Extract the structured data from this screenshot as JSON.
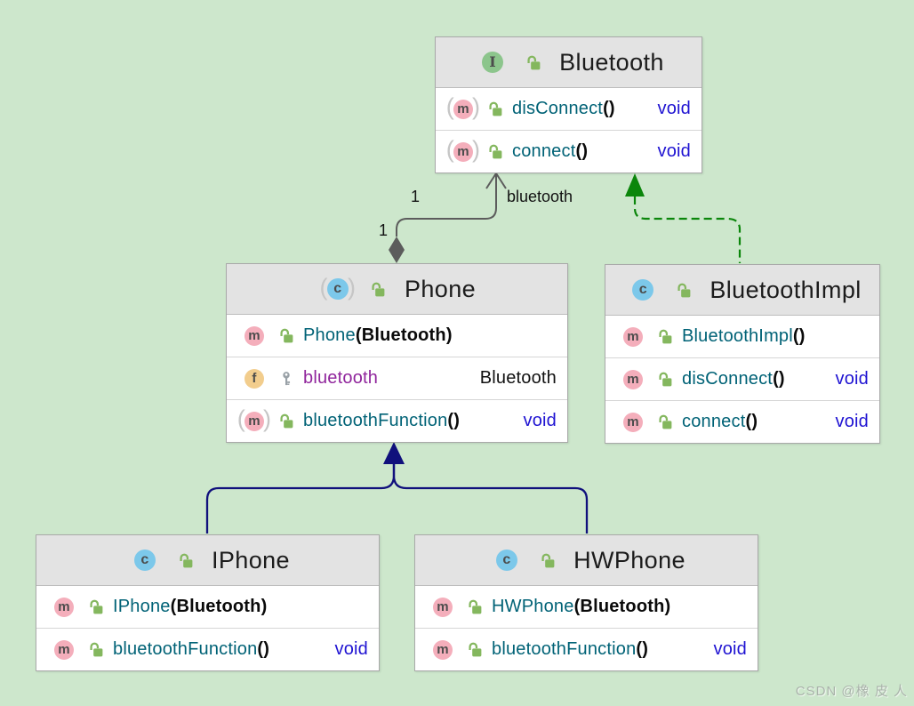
{
  "diagram_type": "uml-class-diagram",
  "watermark": {
    "text": "CSDN @橡 皮 人"
  },
  "colors": {
    "background": "#cde7cc",
    "method_name": "#006276",
    "field_name": "#90259c",
    "void_type": "#1f13d2",
    "aggregation_edge": "#5c5c5c",
    "realization_edge": "#0b860b",
    "inheritance_edge": "#10107c"
  },
  "boxes": [
    {
      "title": "Bluetooth",
      "badge_letter": "I",
      "badge_kind": "interface",
      "abstract": false,
      "header_icon": "unlocked-icon",
      "rows": [
        {
          "badge": "m",
          "badge_kind": "method",
          "abstract": true,
          "lock": "unlocked",
          "name": "disConnect",
          "name_kind": "method",
          "args": "()",
          "type": "void",
          "type_kind": "void"
        },
        {
          "badge": "m",
          "badge_kind": "method",
          "abstract": true,
          "lock": "unlocked",
          "name": "connect",
          "name_kind": "method",
          "args": "()",
          "type": "void",
          "type_kind": "void"
        }
      ]
    },
    {
      "title": "Phone",
      "badge_letter": "c",
      "badge_kind": "class",
      "abstract": true,
      "header_icon": "unlocked-icon",
      "rows": [
        {
          "badge": "m",
          "badge_kind": "method",
          "abstract": false,
          "lock": "unlocked",
          "name": "Phone",
          "name_kind": "method",
          "args": "(Bluetooth)",
          "type": "",
          "type_kind": "plain"
        },
        {
          "badge": "f",
          "badge_kind": "field",
          "abstract": false,
          "lock": "key",
          "name": "bluetooth",
          "name_kind": "field",
          "args": "",
          "type": "Bluetooth",
          "type_kind": "plain"
        },
        {
          "badge": "m",
          "badge_kind": "method",
          "abstract": true,
          "lock": "unlocked",
          "name": "bluetoothFunction",
          "name_kind": "method",
          "args": "()",
          "type": "void",
          "type_kind": "void"
        }
      ]
    },
    {
      "title": "BluetoothImpl",
      "badge_letter": "c",
      "badge_kind": "class",
      "abstract": false,
      "header_icon": "unlocked-icon",
      "rows": [
        {
          "badge": "m",
          "badge_kind": "method",
          "abstract": false,
          "lock": "unlocked",
          "name": "BluetoothImpl",
          "name_kind": "method",
          "args": "()",
          "type": "",
          "type_kind": "plain"
        },
        {
          "badge": "m",
          "badge_kind": "method",
          "abstract": false,
          "lock": "unlocked",
          "name": "disConnect",
          "name_kind": "method",
          "args": "()",
          "type": "void",
          "type_kind": "void"
        },
        {
          "badge": "m",
          "badge_kind": "method",
          "abstract": false,
          "lock": "unlocked",
          "name": "connect",
          "name_kind": "method",
          "args": "()",
          "type": "void",
          "type_kind": "void"
        }
      ]
    },
    {
      "title": "IPhone",
      "badge_letter": "c",
      "badge_kind": "class",
      "abstract": false,
      "header_icon": "unlocked-icon",
      "rows": [
        {
          "badge": "m",
          "badge_kind": "method",
          "abstract": false,
          "lock": "unlocked",
          "name": "IPhone",
          "name_kind": "method",
          "args": "(Bluetooth)",
          "type": "",
          "type_kind": "plain"
        },
        {
          "badge": "m",
          "badge_kind": "method",
          "abstract": false,
          "lock": "unlocked",
          "name": "bluetoothFunction",
          "name_kind": "method",
          "args": "()",
          "type": "void",
          "type_kind": "void"
        }
      ]
    },
    {
      "title": "HWPhone",
      "badge_letter": "c",
      "badge_kind": "class",
      "abstract": false,
      "header_icon": "unlocked-icon",
      "rows": [
        {
          "badge": "m",
          "badge_kind": "method",
          "abstract": false,
          "lock": "unlocked",
          "name": "HWPhone",
          "name_kind": "method",
          "args": "(Bluetooth)",
          "type": "",
          "type_kind": "plain"
        },
        {
          "badge": "m",
          "badge_kind": "method",
          "abstract": false,
          "lock": "unlocked",
          "name": "bluetoothFunction",
          "name_kind": "method",
          "args": "()",
          "type": "void",
          "type_kind": "void"
        }
      ]
    }
  ],
  "edges": {
    "aggregation": {
      "from": "Phone",
      "to": "Bluetooth",
      "multiplicity_target": "1",
      "role": "bluetooth",
      "multiplicity_source": "1"
    },
    "realization": {
      "from": "BluetoothImpl",
      "to": "Bluetooth"
    },
    "inheritance": [
      {
        "from": "IPhone",
        "to": "Phone"
      },
      {
        "from": "HWPhone",
        "to": "Phone"
      }
    ]
  }
}
